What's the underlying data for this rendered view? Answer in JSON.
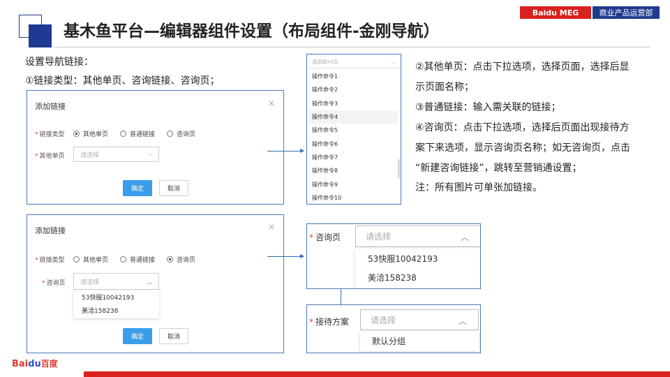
{
  "header": {
    "brand_left": "Baidu MEG",
    "brand_right": "商业产品运营部",
    "title": "基木鱼平台—编辑器组件设置（布局组件-金刚导航）",
    "accent": "#1f3a93",
    "brand_red": "#d9211e"
  },
  "intro": {
    "line1": "设置导航链接：",
    "line2": "①链接类型：其他单页、咨询链接、咨询页；"
  },
  "dialog1": {
    "title": "添加链接",
    "close": "×",
    "link_type_label": "链接类型",
    "radios": [
      "其他单页",
      "普通链接",
      "咨询页"
    ],
    "selected_radio": "其他单页",
    "field_label": "其他单页",
    "select_placeholder": "请选择",
    "ok": "确定",
    "cancel": "取消"
  },
  "dialog2": {
    "title": "添加链接",
    "close": "×",
    "link_type_label": "链接类型",
    "radios": [
      "其他单页",
      "普通链接",
      "咨询页"
    ],
    "selected_radio": "咨询页",
    "field_label": "咨询页",
    "select_placeholder": "请选择",
    "options": [
      "53快服10042193",
      "美洽158238"
    ],
    "ok": "确定",
    "cancel": "取消"
  },
  "ops_panel": {
    "placeholder": "请选择XX页",
    "items": [
      "操作命令1",
      "操作命令2",
      "操作命令3",
      "操作命令4",
      "操作命令5",
      "操作命令6",
      "操作命令7",
      "操作命令8",
      "操作命令9",
      "操作命令10"
    ],
    "hovered_item": "操作命令4"
  },
  "frag_consult": {
    "label": "咨询页",
    "placeholder": "请选择",
    "options": [
      "53快服10042193",
      "美洽158238"
    ]
  },
  "frag_reception": {
    "label": "接待方案",
    "placeholder": "请选择",
    "options": [
      "默认分组"
    ]
  },
  "description": {
    "lines": [
      "②其他单页：点击下拉选项，选择页面，选择后显",
      "示页面名称；",
      "③普通链接：输入需关联的链接；",
      "④咨询页：点击下拉选项，选择后页面出现接待方",
      "案下来选项，显示咨询页名称；如无咨询页，点击",
      "“新建咨询链接”，跳转至营销通设置；",
      "注：所有图片可单张加链接。"
    ]
  },
  "logo": {
    "bai": "Bai",
    "du": "du",
    "cn": "百度"
  }
}
